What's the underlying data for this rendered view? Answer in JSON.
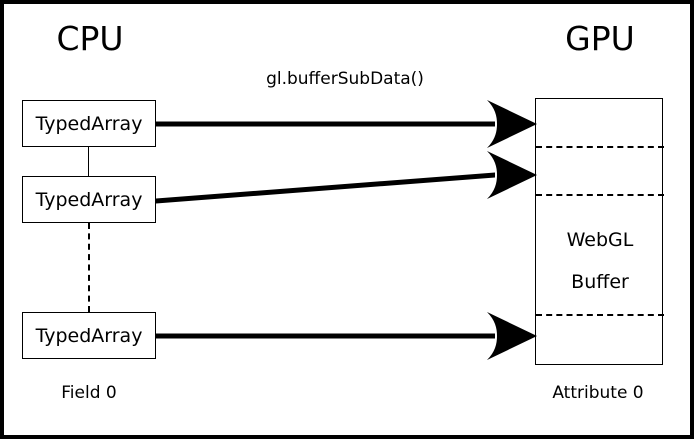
{
  "diagram": {
    "title_left": "CPU",
    "title_right": "GPU",
    "api_call_label": "gl.bufferSubData()",
    "caption_left": "Field 0",
    "caption_right": "Attribute 0",
    "cpu_boxes": [
      {
        "label": "TypedArray"
      },
      {
        "label": "TypedArray"
      },
      {
        "label": "TypedArray"
      }
    ],
    "gpu_buffer": {
      "label_line_1": "WebGL",
      "label_line_2": "Buffer",
      "segment_count": 4
    },
    "colors": {
      "stroke": "#000000",
      "background": "#ffffff",
      "arrow": "#000000"
    }
  }
}
